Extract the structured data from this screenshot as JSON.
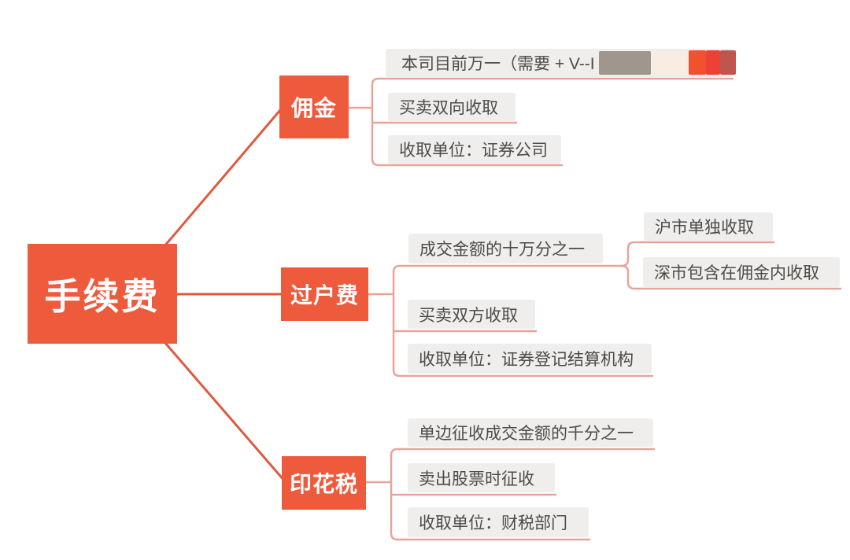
{
  "diagram": {
    "title": "手续费 mind map",
    "root": {
      "label": "手续费"
    },
    "branches": [
      {
        "label": "佣金",
        "children": [
          {
            "label": "本司目前万一（需要 + V--I",
            "redacted": true
          },
          {
            "label": "买卖双向收取"
          },
          {
            "label": "收取单位：证券公司"
          }
        ]
      },
      {
        "label": "过户费",
        "children": [
          {
            "label": "成交金额的十万分之一",
            "children": [
              {
                "label": "沪市单独收取"
              },
              {
                "label": "深市包含在佣金内收取"
              }
            ]
          },
          {
            "label": "买卖双方收取"
          },
          {
            "label": "收取单位：证券登记结算机构"
          }
        ]
      },
      {
        "label": "印花税",
        "children": [
          {
            "label": "单边征收成交金额的千分之一"
          },
          {
            "label": "卖出股票时征收"
          },
          {
            "label": "收取单位：财税部门"
          }
        ]
      }
    ],
    "colors": {
      "accent": "#ee5a3c",
      "root_line": "#dd5a40",
      "bracket_line": "#e8a49b",
      "leaf_bg": "#efeeed",
      "leaf_text": "#4d4a47"
    },
    "redaction_colors": [
      "#9e968f",
      "#f8ece3",
      "#f1512f",
      "#ec4134",
      "#bd564c"
    ]
  }
}
